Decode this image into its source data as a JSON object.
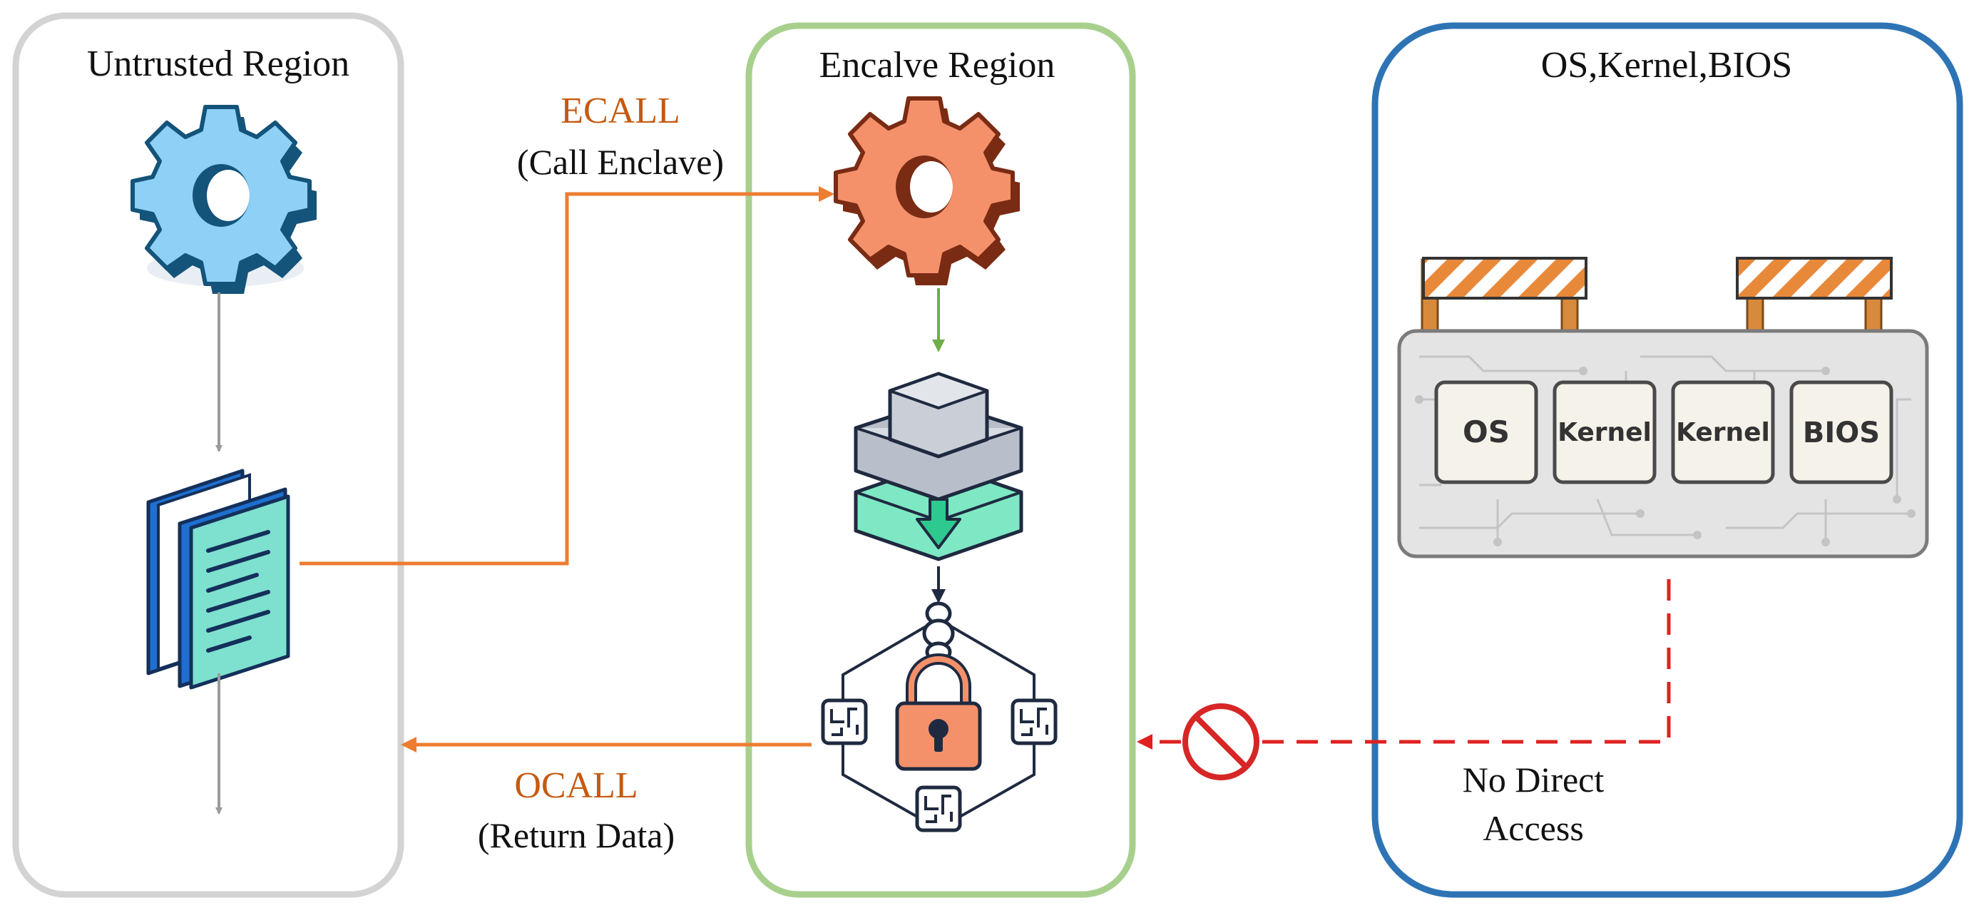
{
  "regions": {
    "untrusted": {
      "title": "Untrusted Region"
    },
    "enclave": {
      "title": "Encalve Region"
    },
    "os": {
      "title": "OS,Kernel,BIOS"
    }
  },
  "arrows": {
    "ecall": {
      "label": "ECALL",
      "sublabel": "(Call Enclave)"
    },
    "ocall": {
      "label": "OCALL",
      "sublabel": "(Return Data)"
    },
    "no_access": {
      "line1": "No Direct",
      "line2": "Access"
    }
  },
  "board": {
    "chips": [
      "OS",
      "Kernel",
      "Kernel",
      "BIOS"
    ]
  },
  "colors": {
    "untrusted_border": "#d3d3d3",
    "enclave_border": "#a8d08d",
    "os_border": "#2e74b5",
    "call_arrow": "#ed7d31",
    "call_label": "#c55a11",
    "blocked": "#e02020",
    "gear_untrusted": "#8fd0f7",
    "gear_enclave": "#f4916b"
  },
  "icons": {
    "untrusted_process": "gear-icon",
    "untrusted_data": "document-stack-icon",
    "enclave_process": "gear-icon",
    "enclave_storage": "layer-stack-icon",
    "enclave_security": "padlock-network-icon",
    "blocked": "prohibited-icon",
    "barrier": "barrier-icon"
  }
}
